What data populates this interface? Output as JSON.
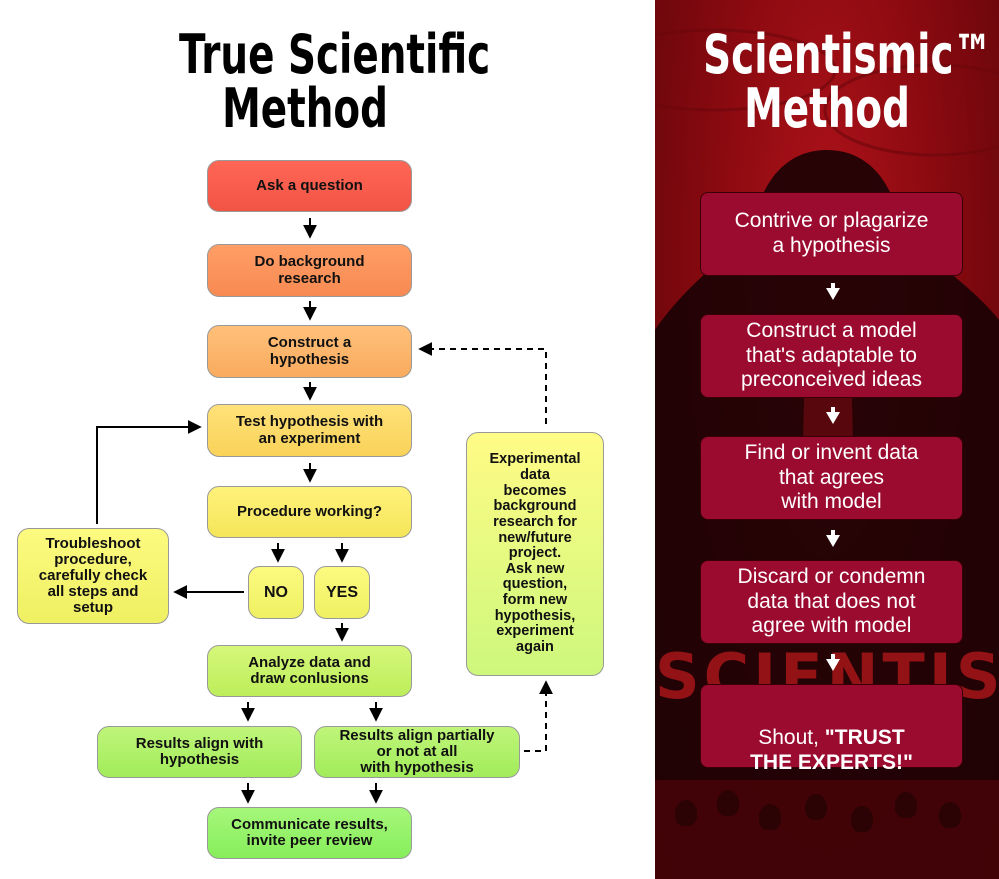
{
  "left": {
    "title_line1": "True Scientific",
    "title_line2": "Method",
    "boxes": {
      "ask": "Ask a question",
      "background": "Do background\nresearch",
      "hypothesis": "Construct a\nhypothesis",
      "test": "Test hypothesis with\nan experiment",
      "procedure": "Procedure working?",
      "troubleshoot": "Troubleshoot\nprocedure,\ncarefully check\nall steps and\nsetup",
      "no": "NO",
      "yes": "YES",
      "analyze": "Analyze data and\ndraw conlusions",
      "align": "Results align with\nhypothesis",
      "partial": "Results align partially\nor not at all\nwith hypothesis",
      "communicate": "Communicate results,\ninvite peer review",
      "experimental": "Experimental\ndata\nbecomes\nbackground\nresearch for\nnew/future\nproject.\nAsk new\nquestion,\nform new\nhypothesis,\nexperiment\nagain"
    }
  },
  "right": {
    "title_line1": "Scientismic™",
    "title_line2": "Method",
    "boxes": {
      "contrive": "Contrive or plagarize\na hypothesis",
      "model": "Construct a model\nthat's adaptable to\npreconceived ideas",
      "find": "Find or invent data\nthat agrees\nwith model",
      "discard": "Discard or condemn\ndata that does not\nagree with model",
      "shout_prefix": "Shout, ",
      "shout_bold": "\"TRUST\nTHE EXPERTS!\""
    }
  },
  "colors": {
    "right_bg": "#8a0a10",
    "right_box": "#9b0b30",
    "ask_box": "#f25444",
    "green_box": "#86ee5a"
  }
}
